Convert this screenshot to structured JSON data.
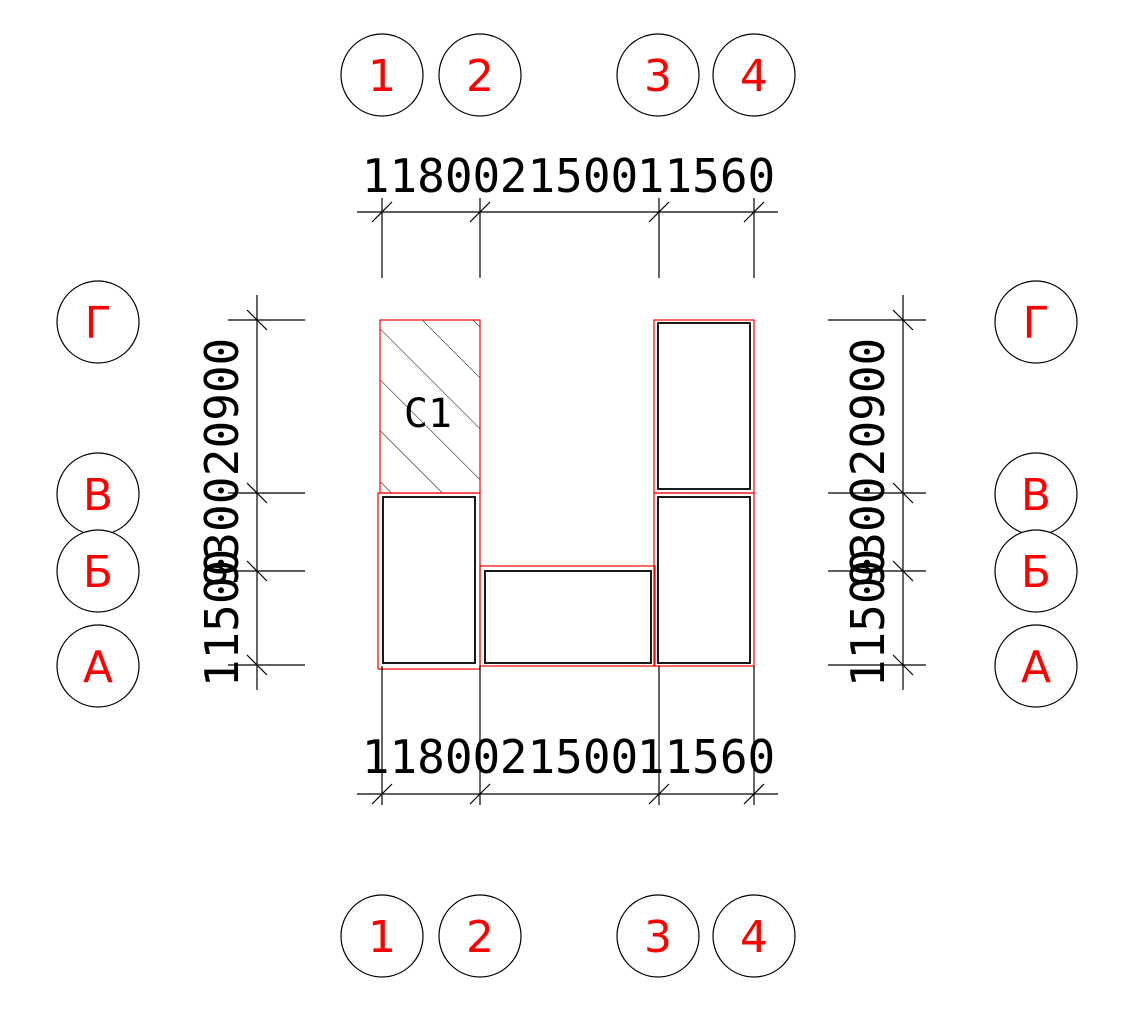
{
  "grid_axes": {
    "vertical": [
      "1",
      "2",
      "3",
      "4"
    ],
    "horizontal": [
      "Г",
      "В",
      "Б",
      "А"
    ]
  },
  "dimensions": {
    "horizontal": [
      "11800",
      "21500",
      "11560"
    ],
    "vertical": [
      "20900",
      "9300",
      "11500"
    ]
  },
  "zone_label": "С1",
  "colors": {
    "axis_label": "#ff0000",
    "outline": "#ff0000",
    "line": "#000000"
  }
}
